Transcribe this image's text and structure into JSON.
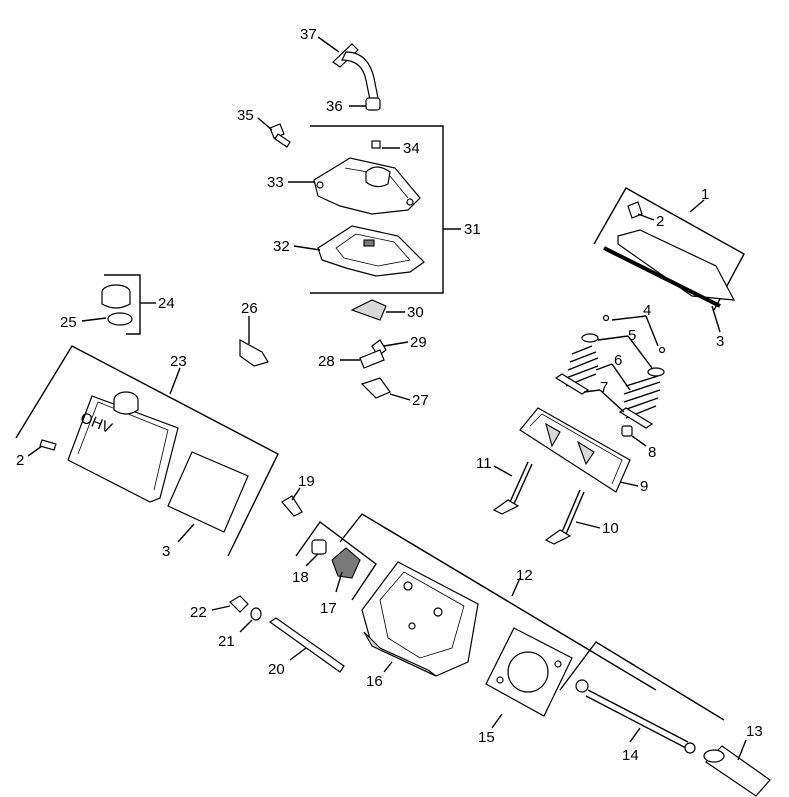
{
  "callouts": {
    "n1": "1",
    "n2a": "2",
    "n2b": "2",
    "n3a": "3",
    "n3b": "3",
    "n4": "4",
    "n5": "5",
    "n6": "6",
    "n7": "7",
    "n8": "8",
    "n9": "9",
    "n10": "10",
    "n11": "11",
    "n12": "12",
    "n13": "13",
    "n14": "14",
    "n15": "15",
    "n16": "16",
    "n17": "17",
    "n18": "18",
    "n19": "19",
    "n20": "20",
    "n21": "21",
    "n22": "22",
    "n23": "23",
    "n24": "24",
    "n25": "25",
    "n26": "26",
    "n27": "27",
    "n28": "28",
    "n29": "29",
    "n30": "30",
    "n31": "31",
    "n32": "32",
    "n33": "33",
    "n34": "34",
    "n35": "35",
    "n36": "36",
    "n37": "37"
  },
  "badge_text": "OHV"
}
